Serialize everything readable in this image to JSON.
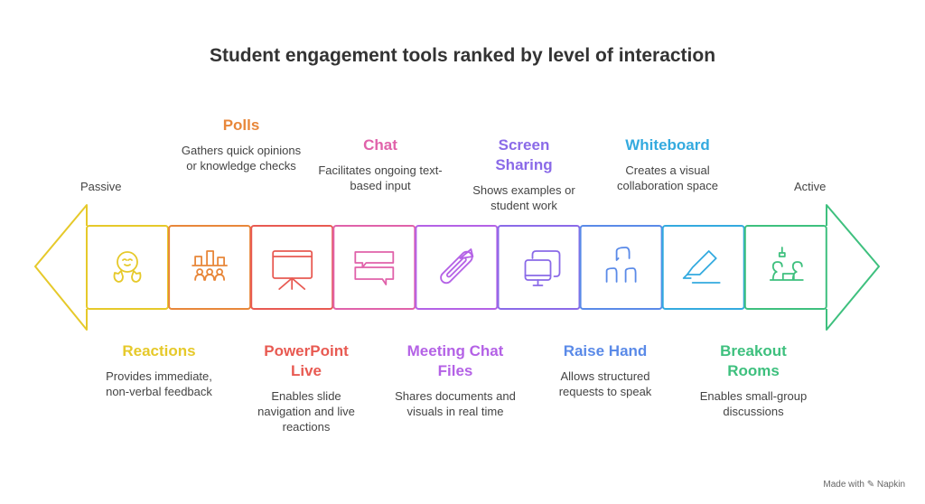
{
  "title": "Student engagement tools ranked by level of interaction",
  "scale": {
    "left": "Passive",
    "right": "Active"
  },
  "tools": [
    {
      "name": "Reactions",
      "desc": "Provides immediate, non-verbal feedback",
      "color": "#e6c92a",
      "icon": "hugging-face-icon",
      "pos": "bottom"
    },
    {
      "name": "Polls",
      "desc": "Gathers quick opinions or knowledge checks",
      "color": "#e8873a",
      "icon": "poll-chart-icon",
      "pos": "top"
    },
    {
      "name": "PowerPoint Live",
      "desc": "Enables slide navigation and live reactions",
      "color": "#e85a52",
      "icon": "presentation-board-icon",
      "pos": "bottom"
    },
    {
      "name": "Chat",
      "desc": "Facilitates ongoing text-based input",
      "color": "#e062aa",
      "icon": "chat-bubbles-icon",
      "pos": "top"
    },
    {
      "name": "Meeting Chat Files",
      "desc": "Shares documents and visuals in real time",
      "color": "#b462e6",
      "icon": "paperclip-icon",
      "pos": "bottom"
    },
    {
      "name": "Screen Sharing",
      "desc": "Shows examples or student work",
      "color": "#8a6ae8",
      "icon": "monitor-share-icon",
      "pos": "top"
    },
    {
      "name": "Raise Hand",
      "desc": "Allows structured requests to speak",
      "color": "#5a8ae8",
      "icon": "raised-hands-icon",
      "pos": "bottom"
    },
    {
      "name": "Whiteboard",
      "desc": "Creates a visual collaboration space",
      "color": "#33aadf",
      "icon": "marker-icon",
      "pos": "top"
    },
    {
      "name": "Breakout Rooms",
      "desc": "Enables small-group discussions",
      "color": "#3ec07e",
      "icon": "group-table-icon",
      "pos": "bottom"
    }
  ],
  "credit": "Made with ✎ Napkin"
}
